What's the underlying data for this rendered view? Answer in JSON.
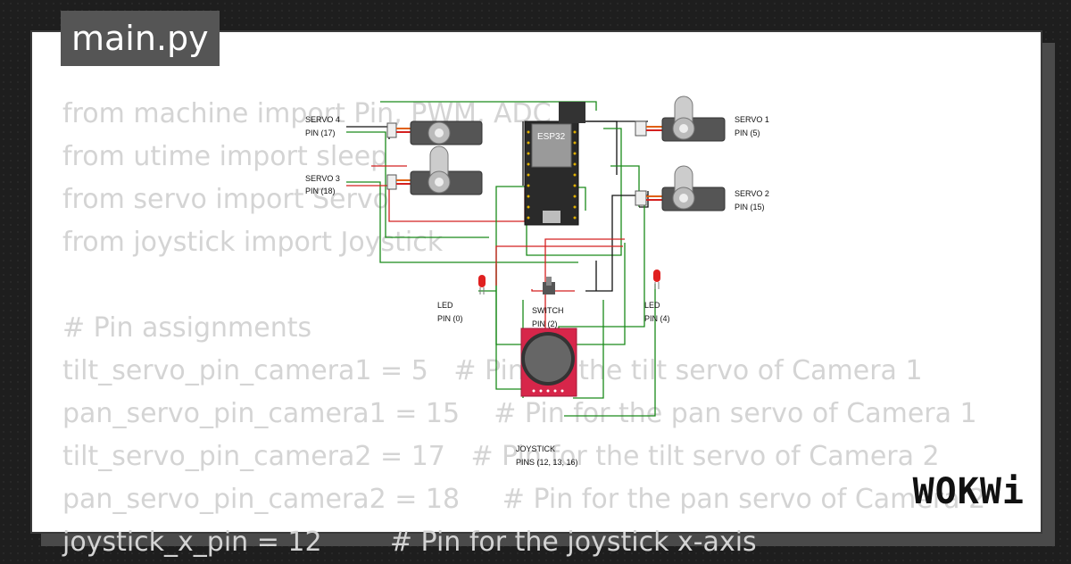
{
  "file_tab": {
    "name": "main.py"
  },
  "code_lines": [
    "from machine import Pin, PWM, ADC",
    "from utime import sleep",
    "from servo import Servo",
    "from joystick import Joystick",
    "",
    "# Pin assignments",
    "tilt_servo_pin_camera1 = 5   # Pin for the tilt servo of Camera 1",
    "pan_servo_pin_camera1 = 15    # Pin for the pan servo of Camera 1",
    "tilt_servo_pin_camera2 = 17   # Pin for the tilt servo of Camera 2",
    "pan_servo_pin_camera2 = 18     # Pin for the pan servo of Camera 2",
    "joystick_x_pin = 12        # Pin for the joystick x-axis"
  ],
  "diagram": {
    "board_label": "ESP32",
    "servo4": [
      "SERVO 4",
      "PIN (17)"
    ],
    "servo3": [
      "SERVO 3",
      "PIN (18)"
    ],
    "servo1": [
      "SERVO 1",
      "PIN (5)"
    ],
    "servo2": [
      "SERVO 2",
      "PIN (15)"
    ],
    "led_left": [
      "LED",
      "PIN (0)"
    ],
    "led_right": [
      "LED",
      "PIN (4)"
    ],
    "switch": [
      "SWITCH",
      "PIN (2)"
    ],
    "joystick": [
      "JOYSTICK",
      "PINS (12, 13, 16)"
    ]
  },
  "logo": {
    "text": "WOKWi"
  },
  "colors": {
    "background": "#1e1e1e",
    "card": "#ffffff",
    "tab": "#555555",
    "code_text": "#d4d4d4",
    "wire_green": "#1a8a1a",
    "wire_red": "#d42020"
  }
}
